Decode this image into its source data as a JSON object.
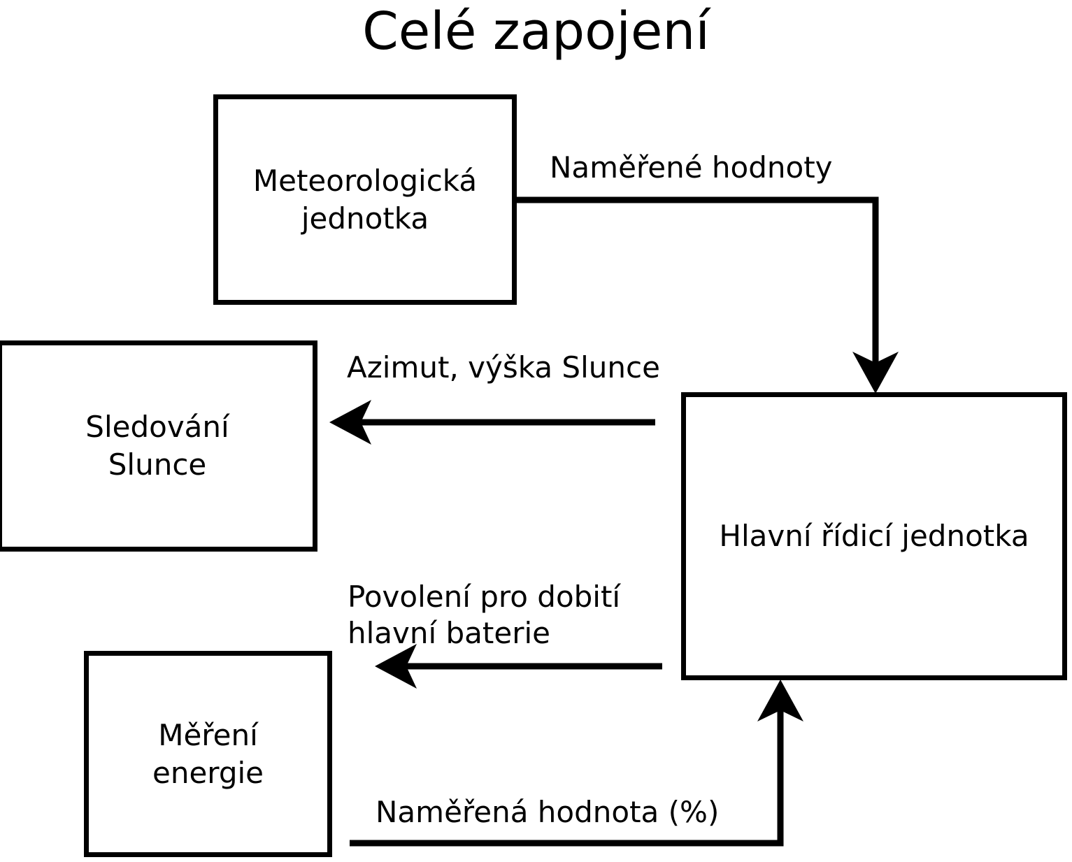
{
  "diagram": {
    "title": "Celé zapojení",
    "type": "block-diagram",
    "stroke_color": "#000000",
    "background_color": "#ffffff",
    "nodes": [
      {
        "id": "meteo",
        "label": "Meteorologická\njednotka",
        "shape": "rectangle"
      },
      {
        "id": "tracking",
        "label": "Sledování\nSlunce",
        "shape": "rectangle"
      },
      {
        "id": "main",
        "label": "Hlavní řídicí jednotka",
        "shape": "rectangle"
      },
      {
        "id": "energy",
        "label": "Měření\nenergie",
        "shape": "rectangle"
      }
    ],
    "edges": [
      {
        "id": "measured-values",
        "from": "meteo",
        "to": "main",
        "label": "Naměřené hodnoty",
        "routing": "orthogonal-right-down",
        "arrow": "to"
      },
      {
        "id": "azimuth",
        "from": "main",
        "to": "tracking",
        "label": "Azimut, výška Slunce",
        "routing": "horizontal-left",
        "arrow": "to"
      },
      {
        "id": "charge-permission",
        "from": "main",
        "to": "energy",
        "label": "Povolení pro dobití\nhlavní baterie",
        "routing": "horizontal-left",
        "arrow": "to"
      },
      {
        "id": "measured-percent",
        "from": "energy",
        "to": "main",
        "label": "Naměřená hodnota (%)",
        "routing": "orthogonal-right-up",
        "arrow": "to"
      }
    ]
  }
}
